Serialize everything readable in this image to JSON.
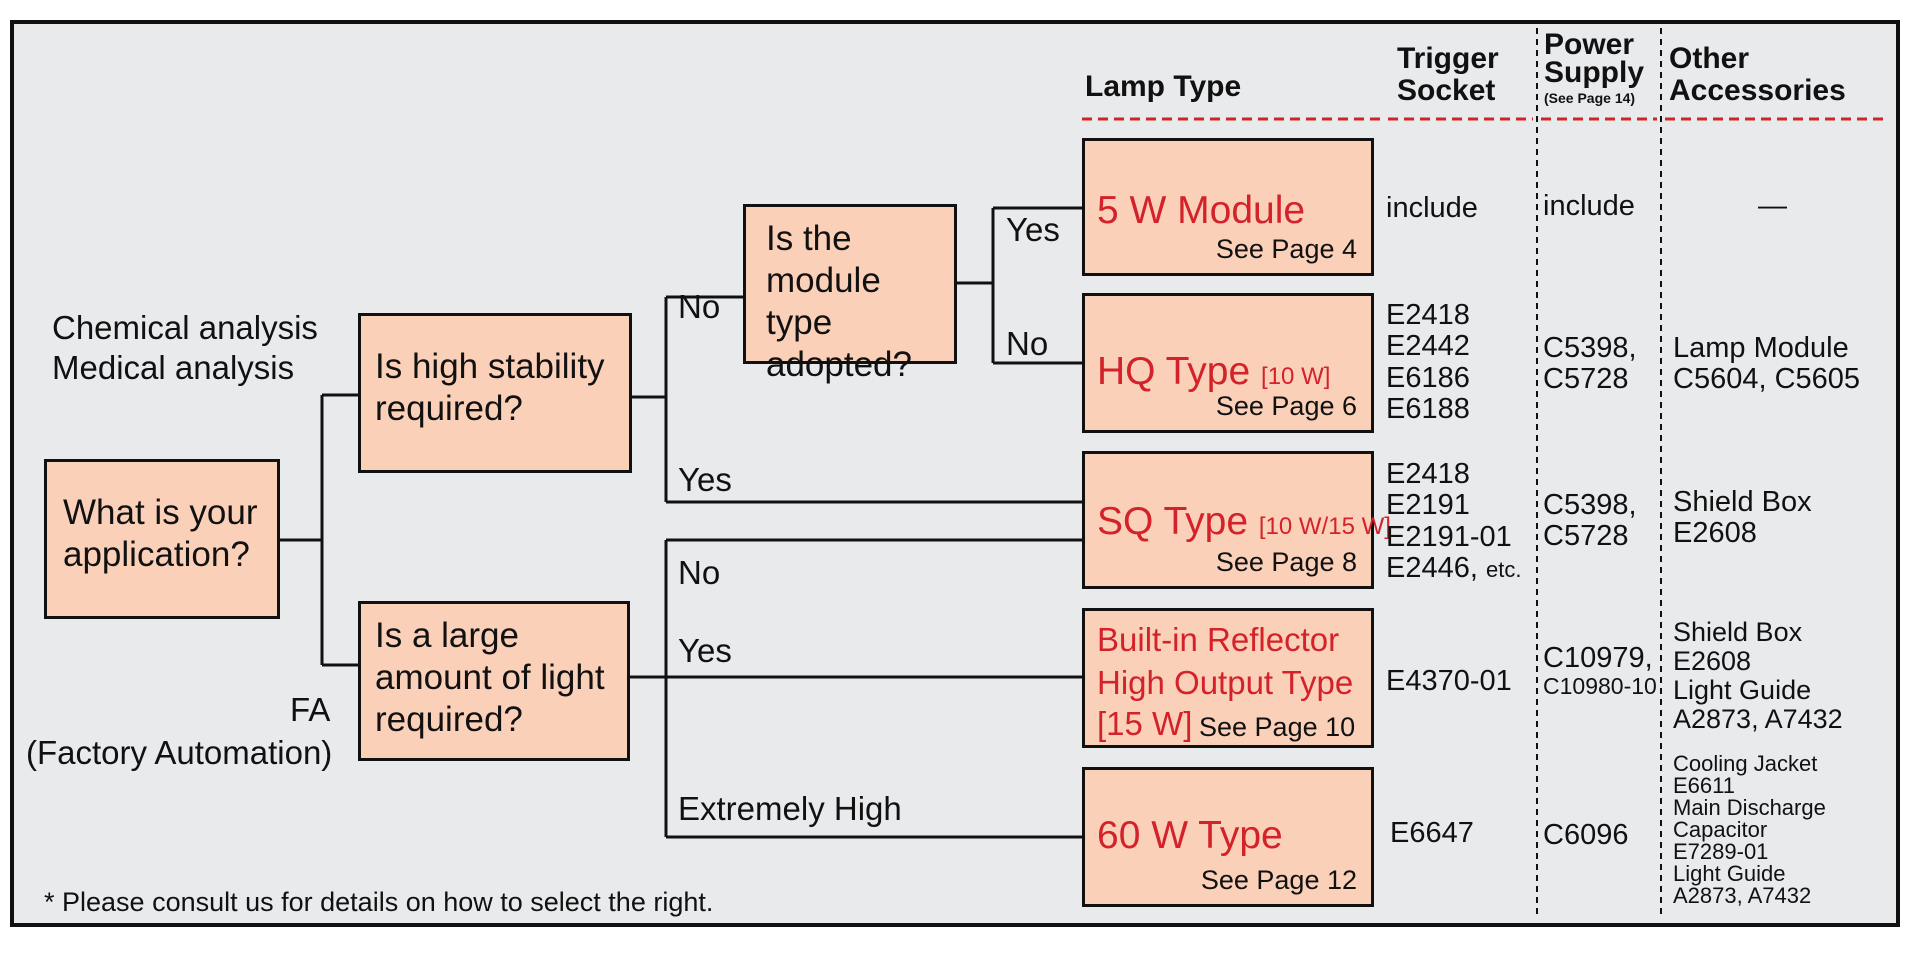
{
  "questions": {
    "application": "What is your application?",
    "high_stability": "Is high stability required?",
    "module_type": "Is the module type adopted?",
    "large_light": "Is a large amount of light required?"
  },
  "applications": {
    "chemical": "Chemical analysis",
    "medical": "Medical analysis",
    "fa": "FA",
    "fa_full": "(Factory Automation)"
  },
  "branch_labels": {
    "stability_no": "No",
    "stability_yes": "Yes",
    "module_yes": "Yes",
    "module_no": "No",
    "light_no": "No",
    "light_yes": "Yes",
    "light_extreme": "Extremely High"
  },
  "headers": {
    "lamp_type": "Lamp Type",
    "trigger_1": "Trigger",
    "trigger_2": "Socket",
    "power_1": "Power",
    "power_2": "Supply",
    "power_note": "(See Page 14)",
    "other_1": "Other",
    "other_2": "Accessories"
  },
  "lamps": [
    {
      "name": "5 W Module",
      "sub": "",
      "page": "See Page 4",
      "trigger": [
        "include"
      ],
      "power": [
        "include"
      ],
      "other": [
        "—"
      ]
    },
    {
      "name": "HQ Type",
      "sub": "[10 W]",
      "page": "See Page 6",
      "trigger": [
        "E2418",
        "E2442",
        "E6186",
        "E6188"
      ],
      "power": [
        "C5398,",
        "C5728"
      ],
      "other": [
        "Lamp Module",
        "C5604, C5605"
      ]
    },
    {
      "name": "SQ Type",
      "sub": "[10 W/15 W]",
      "page": "See Page 8",
      "trigger": [
        "E2418",
        "E2191",
        "E2191-01",
        "E2446,"
      ],
      "trigger_suffix": "etc.",
      "power": [
        "C5398,",
        "C5728"
      ],
      "other": [
        "Shield Box",
        "E2608"
      ]
    },
    {
      "name_lines": [
        "Built-in Reflector",
        "High Output Type",
        "[15 W]"
      ],
      "page": "See Page 10",
      "trigger": [
        "E4370-01"
      ],
      "power": [
        "C10979,",
        "C10980-10"
      ],
      "other": [
        "Shield Box",
        "E2608",
        "Light Guide",
        "A2873, A7432"
      ]
    },
    {
      "name": "60 W Type",
      "sub": "",
      "page": "See Page 12",
      "trigger": [
        "E6647"
      ],
      "power": [
        "C6096"
      ],
      "other": [
        "Cooling Jacket",
        "E6611",
        "Main Discharge",
        "Capacitor",
        "E7289-01",
        "Light Guide",
        "A2873, A7432"
      ]
    }
  ],
  "footnote": "* Please consult us for details on how to select the right.",
  "colors": {
    "box_fill": "#fbd0b9",
    "accent_red": "#d3222a",
    "background": "#e9eaec",
    "dashed_rule": "#d3222a"
  }
}
